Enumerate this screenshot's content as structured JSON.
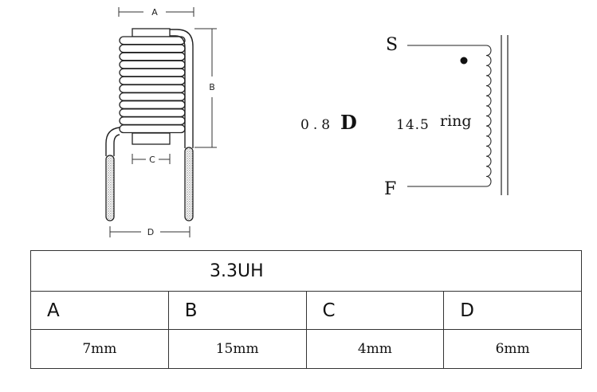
{
  "dimensions": {
    "a_label": "A",
    "b_label": "B",
    "c_label": "C",
    "d_label": "D"
  },
  "schematic": {
    "start_label": "S",
    "finish_label": "F",
    "wire_diameter": "0.8",
    "wire_unit": "D",
    "turns": "14.5",
    "turns_unit": "ring"
  },
  "spec_table": {
    "title": "3.3UH",
    "headers": [
      "A",
      "B",
      "C",
      "D"
    ],
    "values": [
      "7mm",
      "15mm",
      "4mm",
      "6mm"
    ]
  }
}
